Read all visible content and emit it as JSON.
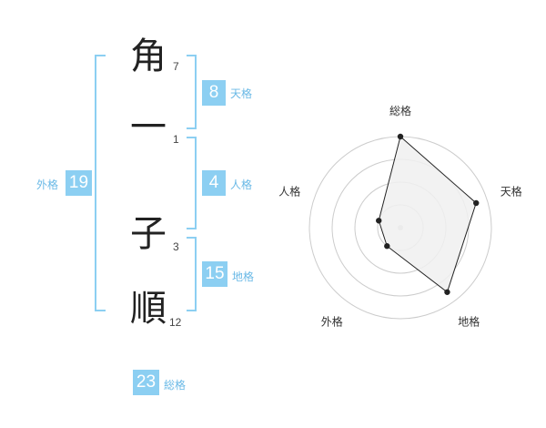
{
  "name": {
    "chars": [
      {
        "char": "角",
        "strokes": "7"
      },
      {
        "char": "一",
        "strokes": "1"
      },
      {
        "char": "子",
        "strokes": "3"
      },
      {
        "char": "順",
        "strokes": "12"
      }
    ]
  },
  "kaku": {
    "tenkaku": {
      "value": "8",
      "label": "天格"
    },
    "jinkaku": {
      "value": "4",
      "label": "人格"
    },
    "chikaku": {
      "value": "15",
      "label": "地格"
    },
    "gaikaku": {
      "value": "19",
      "label": "外格"
    },
    "soukaku": {
      "value": "23",
      "label": "総格"
    }
  },
  "chart_data": {
    "type": "radar",
    "axes": [
      "総格",
      "天格",
      "地格",
      "外格",
      "人格"
    ],
    "values": [
      4,
      3.5,
      3.5,
      1,
      1
    ],
    "max": 4,
    "rings": 4,
    "colors": {
      "fill": "#f0f0f0",
      "line": "#222222",
      "point": "#222222",
      "ring": "#cccccc",
      "center": "#cccccc"
    }
  }
}
